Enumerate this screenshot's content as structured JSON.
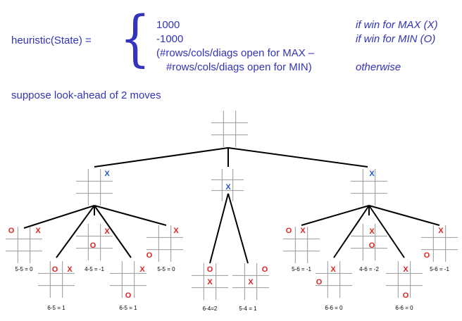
{
  "heuristic": {
    "label": "heuristic(State) =",
    "brace": "{",
    "cases": [
      {
        "value": "1000",
        "condition": "if win for MAX (X)"
      },
      {
        "value": "-1000",
        "condition": "if win for MIN (O)"
      },
      {
        "value": "(#rows/cols/diags open for MAX –",
        "condition": ""
      },
      {
        "value": "#rows/cols/diags open for MIN)",
        "condition": "otherwise"
      }
    ]
  },
  "note": "suppose look-ahead of 2 moves",
  "colors": {
    "text": "#3333bb",
    "x_mark": "#dd2222",
    "o_mark": "#dd2222",
    "x_root": "#2255cc"
  },
  "tree": {
    "root": {
      "marks": []
    },
    "level1": [
      {
        "marks": [
          {
            "p": "X",
            "cell": "out-tr"
          }
        ]
      },
      {
        "marks": [
          {
            "p": "X",
            "cell": "c"
          }
        ]
      },
      {
        "marks": [
          {
            "p": "X",
            "cell": "out-tr"
          }
        ]
      }
    ],
    "leaves": [
      {
        "label": "5-5 = 0"
      },
      {
        "label": "6-5 = 1"
      },
      {
        "label": "4-5 = -1"
      },
      {
        "label": "6-5 = 1"
      },
      {
        "label": "5-5 = 0"
      },
      {
        "label": "6-4=2"
      },
      {
        "label": "5-4 = 1"
      },
      {
        "label": "5-6 = -1"
      },
      {
        "label": "6-6 = 0"
      },
      {
        "label": "4-6 = -2"
      },
      {
        "label": "6-6 = 0"
      },
      {
        "label": "5-6 = -1"
      }
    ]
  }
}
